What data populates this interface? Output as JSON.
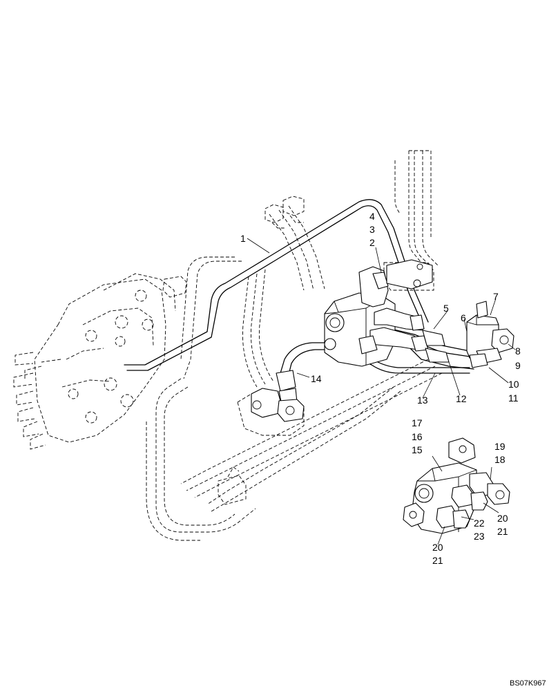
{
  "callouts": {
    "c1": "1",
    "c2": "2",
    "c3": "3",
    "c4": "4",
    "c5": "5",
    "c6": "6",
    "c7": "7",
    "c8": "8",
    "c9": "9",
    "c10": "10",
    "c11": "11",
    "c12": "12",
    "c13": "13",
    "c14": "14",
    "c15": "15",
    "c16": "16",
    "c17": "17",
    "c18": "18",
    "c19": "19",
    "c20a": "20",
    "c21a": "21",
    "c20b": "20",
    "c21b": "21",
    "c22": "22",
    "c23": "23"
  },
  "drawing_number": "BS07K967"
}
